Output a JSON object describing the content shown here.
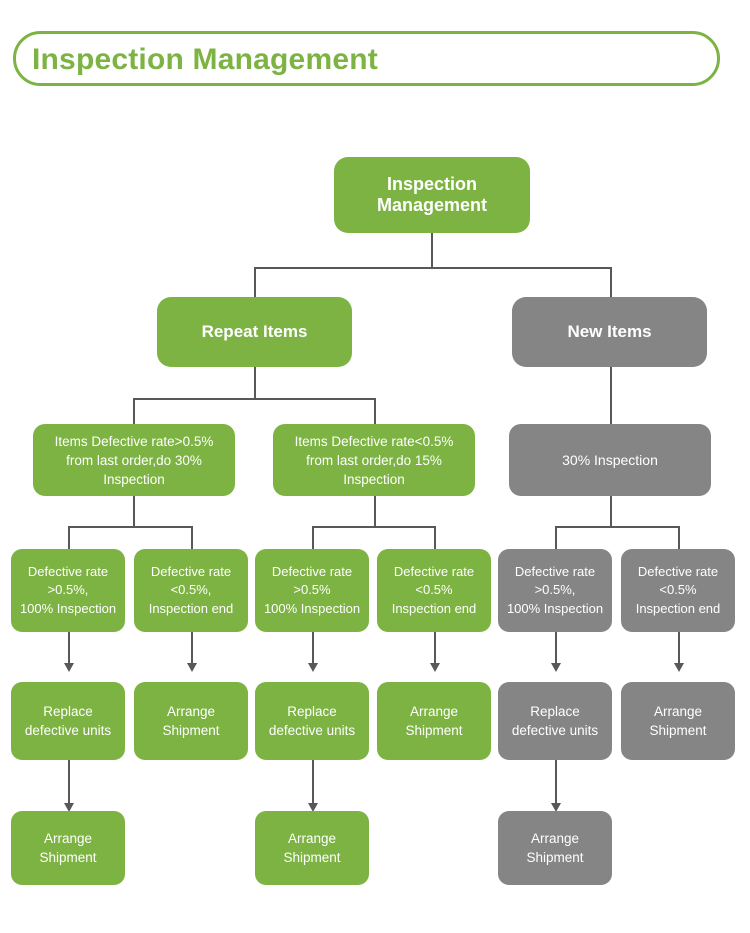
{
  "header": {
    "title": "Inspection Management"
  },
  "colors": {
    "green": "#7DB343",
    "gray": "#858585",
    "connector": "#57585A",
    "text_on_node": "#FFFFFF",
    "header_text": "#7DB343",
    "background": "#FFFFFF"
  },
  "chart_data": {
    "type": "diagram",
    "title": "Inspection Management",
    "orientation": "top-down tree",
    "nodes": [
      {
        "id": "root",
        "label": "Inspection Management",
        "color": "green",
        "level": 1
      },
      {
        "id": "repeat",
        "label": "Repeat Items",
        "color": "green",
        "level": 2
      },
      {
        "id": "new",
        "label": "New Items",
        "color": "gray",
        "level": 2
      },
      {
        "id": "repeat-hi",
        "label": "Items Defective rate>0.5% from last order,do 30% Inspection",
        "color": "green",
        "level": 3
      },
      {
        "id": "repeat-lo",
        "label": "Items Defective rate<0.5% from last order,do 15% Inspection",
        "color": "green",
        "level": 3
      },
      {
        "id": "new-30",
        "label": "30% Inspection",
        "color": "gray",
        "level": 3
      },
      {
        "id": "r1-hi",
        "label": "Defective rate >0.5%, 100% Inspection",
        "color": "green",
        "level": 4
      },
      {
        "id": "r1-lo",
        "label": "Defective rate <0.5%, Inspection end",
        "color": "green",
        "level": 4
      },
      {
        "id": "r2-hi",
        "label": "Defective rate >0.5% 100% Inspection",
        "color": "green",
        "level": 4
      },
      {
        "id": "r2-lo",
        "label": "Defective rate <0.5% Inspection end",
        "color": "green",
        "level": 4
      },
      {
        "id": "n-hi",
        "label": "Defective rate >0.5%, 100% Inspection",
        "color": "gray",
        "level": 4
      },
      {
        "id": "n-lo",
        "label": "Defective rate <0.5% Inspection end",
        "color": "gray",
        "level": 4
      },
      {
        "id": "rep1",
        "label": "Replace defective units",
        "color": "green",
        "level": 5
      },
      {
        "id": "arr1",
        "label": "Arrange Shipment",
        "color": "green",
        "level": 5
      },
      {
        "id": "rep2",
        "label": "Replace defective units",
        "color": "green",
        "level": 5
      },
      {
        "id": "arr2",
        "label": "Arrange Shipment",
        "color": "green",
        "level": 5
      },
      {
        "id": "rep3",
        "label": "Replace defective units",
        "color": "gray",
        "level": 5
      },
      {
        "id": "arr3",
        "label": "Arrange Shipment",
        "color": "gray",
        "level": 5
      },
      {
        "id": "ship1",
        "label": "Arrange Shipment",
        "color": "green",
        "level": 6
      },
      {
        "id": "ship2",
        "label": "Arrange Shipment",
        "color": "green",
        "level": 6
      },
      {
        "id": "ship3",
        "label": "Arrange Shipment",
        "color": "gray",
        "level": 6
      }
    ],
    "edges": [
      {
        "from": "root",
        "to": "repeat"
      },
      {
        "from": "root",
        "to": "new"
      },
      {
        "from": "repeat",
        "to": "repeat-hi"
      },
      {
        "from": "repeat",
        "to": "repeat-lo"
      },
      {
        "from": "new",
        "to": "new-30"
      },
      {
        "from": "repeat-hi",
        "to": "r1-hi"
      },
      {
        "from": "repeat-hi",
        "to": "r1-lo"
      },
      {
        "from": "repeat-lo",
        "to": "r2-hi"
      },
      {
        "from": "repeat-lo",
        "to": "r2-lo"
      },
      {
        "from": "new-30",
        "to": "n-hi"
      },
      {
        "from": "new-30",
        "to": "n-lo"
      },
      {
        "from": "r1-hi",
        "to": "rep1",
        "arrow": true
      },
      {
        "from": "r1-lo",
        "to": "arr1",
        "arrow": true
      },
      {
        "from": "r2-hi",
        "to": "rep2",
        "arrow": true
      },
      {
        "from": "r2-lo",
        "to": "arr2",
        "arrow": true
      },
      {
        "from": "n-hi",
        "to": "rep3",
        "arrow": true
      },
      {
        "from": "n-lo",
        "to": "arr3",
        "arrow": true
      },
      {
        "from": "rep1",
        "to": "ship1",
        "arrow": true
      },
      {
        "from": "rep2",
        "to": "ship2",
        "arrow": true
      },
      {
        "from": "rep3",
        "to": "ship3",
        "arrow": true
      }
    ]
  },
  "nodes": {
    "root": "Inspection\nManagement",
    "root_line1": "Inspection",
    "root_line2": "Management",
    "repeat_items": "Repeat Items",
    "new_items": "New Items",
    "repeat_hi_l1": "Items Defective rate>0.5%",
    "repeat_hi_l2": "from last order,do 30%",
    "repeat_hi_l3": "Inspection",
    "repeat_lo_l1": "Items Defective rate<0.5%",
    "repeat_lo_l2": "from last order,do 15%",
    "repeat_lo_l3": "Inspection",
    "new_30": "30% Inspection",
    "dr_l1": "Defective rate",
    "r1_hi_l2": ">0.5%,",
    "r1_hi_l3": "100% Inspection",
    "r1_lo_l2": "<0.5%,",
    "r1_lo_l3": "Inspection end",
    "r2_hi_l2": ">0.5%",
    "r2_hi_l3": "100% Inspection",
    "r2_lo_l2": "<0.5%",
    "r2_lo_l3": "Inspection end",
    "n_hi_l2": ">0.5%,",
    "n_hi_l3": "100% Inspection",
    "n_lo_l2": "<0.5%",
    "n_lo_l3": "Inspection end",
    "replace_l1": "Replace",
    "replace_l2": "defective units",
    "arrange_l1": "Arrange",
    "arrange_l2": "Shipment"
  }
}
